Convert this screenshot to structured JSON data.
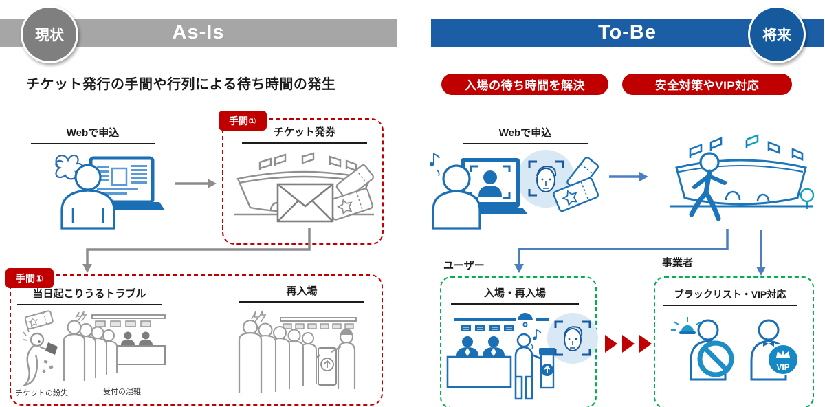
{
  "as_is": {
    "tag": "現状",
    "header": "As-Is",
    "problem_title": "チケット発行の手間や行列による待ち時間の発生",
    "step1_label": "Webで申込",
    "effort_badge_1": "手間①",
    "step2_label": "チケット発券",
    "effort_badge_2": "手間①",
    "trouble_box_title": "当日起こりうるトラブル",
    "caption_ticket_loss": "チケットの紛失",
    "caption_reception_crowd": "受付の混雑",
    "reentry_title": "再入場"
  },
  "to_be": {
    "header": "To-Be",
    "tag": "将来",
    "benefit_badge_1": "入場の待ち時間を解決",
    "benefit_badge_2": "安全対策やVIP対応",
    "step1_label": "Webで申込",
    "user_label": "ユーザー",
    "entry_box_title": "入場・再入場",
    "operator_label": "事業者",
    "blacklist_box_title": "ブラックリスト・VIP対応",
    "vip_badge_text": "VIP"
  },
  "colors": {
    "bar_gray": "#a6a6a6",
    "circle_gray": "#7f7f7f",
    "bar_blue": "#1b5ea6",
    "circle_blue": "#155a9d",
    "accent_red": "#c00000",
    "dash_green": "#00b050",
    "icon_blue": "#1b6fb5",
    "icon_teal": "#11a0c0",
    "icon_gray": "#8f8f8f",
    "arrow_blue": "#4d7ec0",
    "arrow_gray": "#8c8c8c",
    "face_circle_bg": "#d9e8f5"
  }
}
